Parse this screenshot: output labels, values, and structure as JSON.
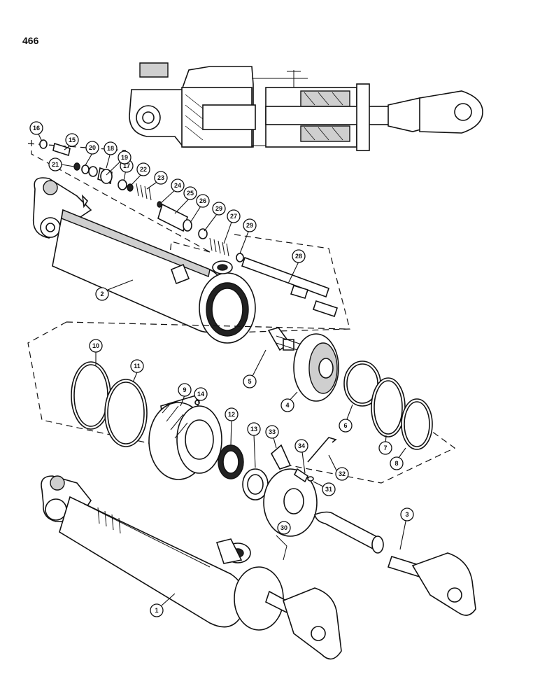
{
  "page": {
    "number": "466"
  },
  "callouts": {
    "c1": "1",
    "c2": "2",
    "c3": "3",
    "c4": "4",
    "c5": "5",
    "c6": "6",
    "c7": "7",
    "c8": "8",
    "c9": "9",
    "c10": "10",
    "c11": "11",
    "c12": "12",
    "c13": "13",
    "c14": "14",
    "c15": "15",
    "c16": "16",
    "c17": "17",
    "c18": "18",
    "c19": "19",
    "c20": "20",
    "c21": "21",
    "c22": "22",
    "c23": "23",
    "c24": "24",
    "c25": "25",
    "c26": "26",
    "c27": "27",
    "c28": "28",
    "c29a": "29",
    "c29b": "29",
    "c30": "30",
    "c31": "31",
    "c32": "32",
    "c33": "33",
    "c34": "34"
  }
}
